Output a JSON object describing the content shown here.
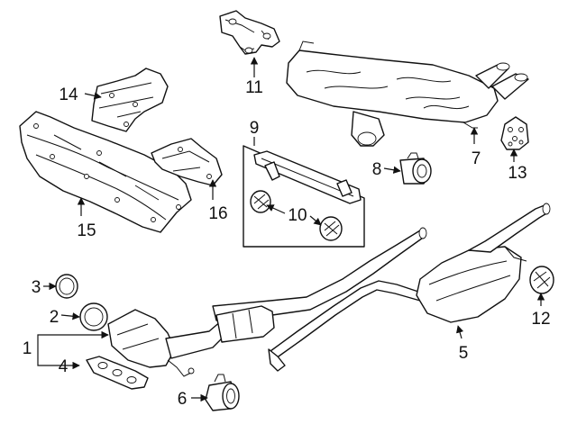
{
  "diagram": {
    "callouts": [
      {
        "id": "1",
        "label": "1"
      },
      {
        "id": "2",
        "label": "2"
      },
      {
        "id": "3",
        "label": "3"
      },
      {
        "id": "4",
        "label": "4"
      },
      {
        "id": "5",
        "label": "5"
      },
      {
        "id": "6",
        "label": "6"
      },
      {
        "id": "7",
        "label": "7"
      },
      {
        "id": "8",
        "label": "8"
      },
      {
        "id": "9",
        "label": "9"
      },
      {
        "id": "10",
        "label": "10"
      },
      {
        "id": "11",
        "label": "11"
      },
      {
        "id": "12",
        "label": "12"
      },
      {
        "id": "13",
        "label": "13"
      },
      {
        "id": "14",
        "label": "14"
      },
      {
        "id": "15",
        "label": "15"
      },
      {
        "id": "16",
        "label": "16"
      }
    ],
    "colors": {
      "line": "#111111",
      "background": "#ffffff"
    }
  }
}
